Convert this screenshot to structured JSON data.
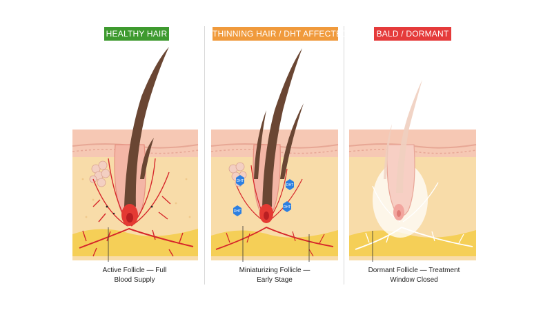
{
  "panels": [
    {
      "title": "HEALTHY HAIR",
      "title_color": "#3e9a2f",
      "caption_line1": "Active Follicle — Full",
      "caption_line2": "Blood Supply"
    },
    {
      "title": "THINNING HAIR / DHT AFFECTED",
      "title_color": "#f09a3c",
      "caption_line1": "Miniaturizing Follicle —",
      "caption_line2": "Early Stage",
      "marker_label": "DHT"
    },
    {
      "title": "BALD / DORMANT",
      "title_color": "#e53b3b",
      "caption_line1": "Dormant Follicle — Treatment",
      "caption_line2": "Window Closed"
    }
  ],
  "colors": {
    "epidermis": "#f6c8b4",
    "dermis": "#f8dca9",
    "fat": "#f5cf57",
    "hair": "#6a4633",
    "vessel": "#d6262a",
    "bulb": "#e43a33",
    "dormant_hair": "#efcfc0",
    "dht_marker": "#2d7fe0"
  }
}
